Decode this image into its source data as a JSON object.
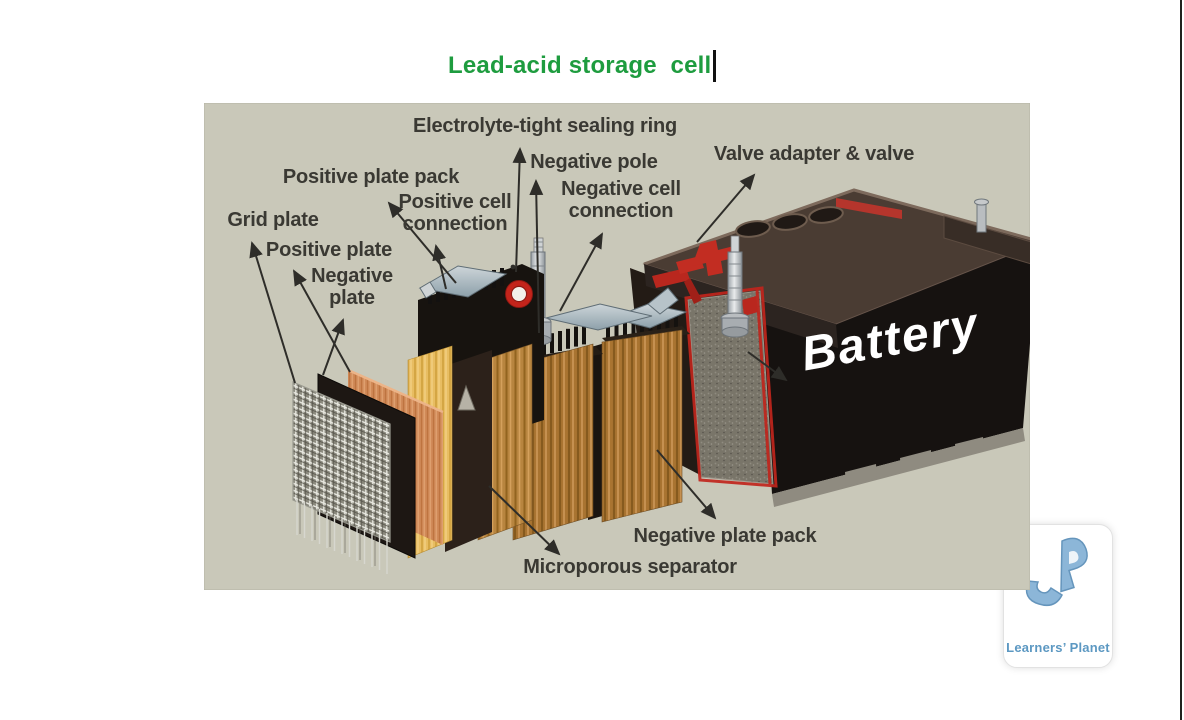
{
  "page": {
    "background": "#ffffff",
    "title_color": "#1e9c3f",
    "right_edge_line": "#20241f"
  },
  "title": {
    "text": "Lead-acid storage  cell",
    "caret_visible": true
  },
  "diagram": {
    "battery_label": "Battery",
    "labels": {
      "grid_plate": "Grid plate",
      "positive_plate": "Positive plate",
      "negative_plate": "Negative\nplate",
      "positive_plate_pack": "Positive plate pack",
      "positive_cell_connection": "Positive cell\nconnection",
      "electrolyte_sealing_ring": "Electrolyte-tight sealing ring",
      "negative_pole": "Negative pole",
      "negative_cell_connection": "Negative cell\nconnection",
      "valve_adapter": "Valve adapter & valve",
      "negative_plate_pack": "Negative plate pack",
      "microporous_separator": "Microporous separator"
    },
    "colors": {
      "background": "#c9c8b9",
      "label_text": "#3a3933",
      "pointer_arrow": "#2e2d29",
      "seal_ring_red": "#c3241b",
      "battery_body": "#161210",
      "battery_lid": "#4a3c33",
      "wood_plate": "#a97431",
      "battery_text": "#ffffff"
    }
  },
  "logo": {
    "brand": "Learners’ Planet",
    "monogram": "LP",
    "color": "#5c98c2"
  }
}
